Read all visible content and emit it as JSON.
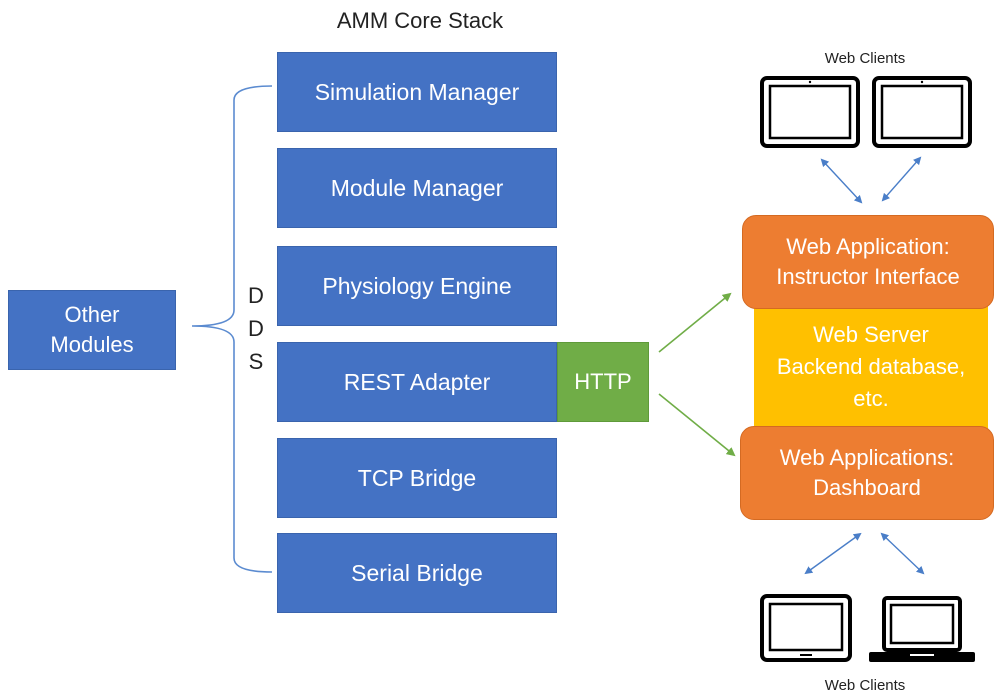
{
  "title": "AMM Core Stack",
  "stack": [
    {
      "label": "Simulation Manager"
    },
    {
      "label": "Module Manager"
    },
    {
      "label": "Physiology Engine"
    },
    {
      "label": "REST Adapter"
    },
    {
      "label": "TCP Bridge"
    },
    {
      "label": "Serial Bridge"
    }
  ],
  "other_modules": {
    "line1": "Other",
    "line2": "Modules"
  },
  "dds": {
    "l1": "D",
    "l2": "D",
    "l3": "S"
  },
  "http": "HTTP",
  "web_app_top": {
    "line1": "Web Application:",
    "line2": "Instructor Interface"
  },
  "web_server": {
    "line1": "Web Server",
    "line2": "Backend database,",
    "line3": "etc."
  },
  "web_app_bottom": {
    "line1": "Web Applications:",
    "line2": "Dashboard"
  },
  "web_clients_top": "Web Clients",
  "web_clients_bottom": "Web Clients",
  "colors": {
    "stack_blue": "#4472c4",
    "http_green": "#70ad47",
    "app_orange": "#ed7d31",
    "server_yellow": "#ffc000",
    "arrow_blue": "#4a7ec8",
    "arrow_green": "#70ad47",
    "brace_blue": "#5b8bd0"
  },
  "icons": [
    "tablet-icon",
    "tablet-icon",
    "tablet-icon",
    "laptop-icon"
  ]
}
